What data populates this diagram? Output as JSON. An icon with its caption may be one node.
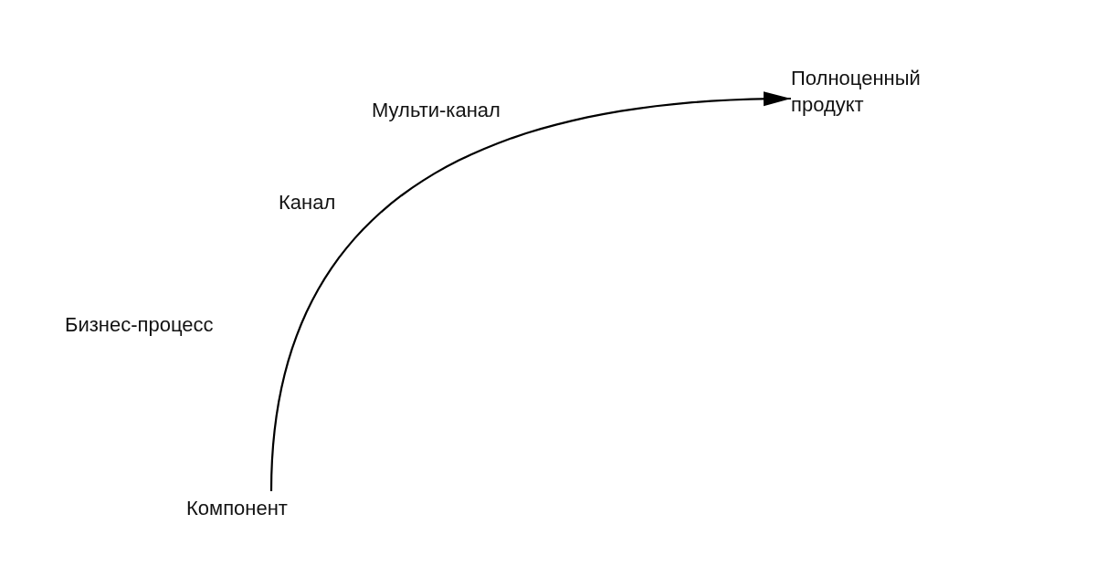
{
  "diagram": {
    "nodes": [
      {
        "text": [
          "Компонент"
        ]
      },
      {
        "text": [
          "Полноценный продукт"
        ]
      }
    ],
    "edges": [
      {
        "from": 0,
        "to": 1,
        "arrow": "to"
      }
    ],
    "labels": [
      "Мульти-канал",
      "Канал",
      "Бизнес-процесс"
    ]
  }
}
